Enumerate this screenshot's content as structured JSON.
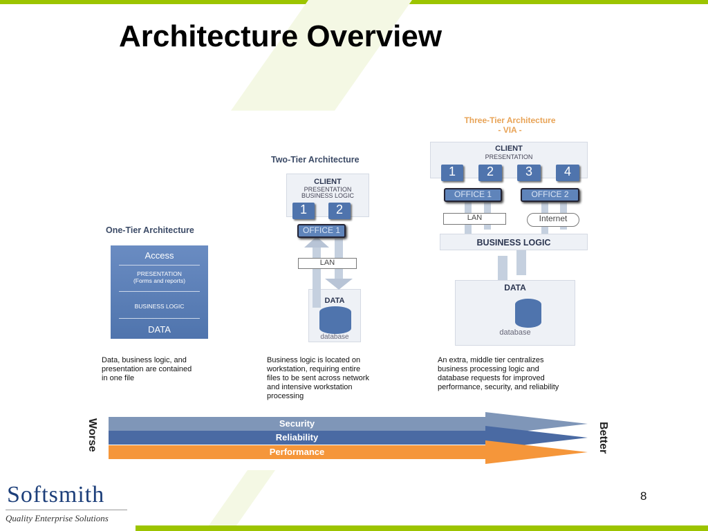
{
  "slide": {
    "title": "Architecture Overview",
    "page_number": "8"
  },
  "one_tier": {
    "label": "One-Tier Architecture",
    "layers": [
      "Access",
      "PRESENTATION",
      "(Forms and reports)",
      "BUSINESS LOGIC",
      "DATA"
    ],
    "caption": "Data, business logic, and\npresentation are contained\nin one file"
  },
  "two_tier": {
    "label": "Two-Tier Architecture",
    "client": "CLIENT",
    "client_sub1": "PRESENTATION",
    "client_sub2": "BUSINESS LOGIC",
    "clients": [
      "1",
      "2"
    ],
    "office": "OFFICE 1",
    "lan": "LAN",
    "data": "DATA",
    "database": "database",
    "caption": "Business logic is located on\nworkstation, requiring entire\nfiles to be sent across network\nand intensive workstation\nprocessing"
  },
  "three_tier": {
    "label": "Three-Tier Architecture",
    "label_sub": "- VIA -",
    "client": "CLIENT",
    "client_sub": "PRESENTATION",
    "clients": [
      "1",
      "2",
      "3",
      "4"
    ],
    "office1": "OFFICE 1",
    "office2": "OFFICE 2",
    "lan": "LAN",
    "internet": "Internet",
    "business_logic": "BUSINESS LOGIC",
    "data": "DATA",
    "database": "database",
    "caption": "An extra, middle tier centralizes\nbusiness processing logic and\ndatabase requests for improved\nperformance, security, and reliability"
  },
  "scale": {
    "worse": "Worse",
    "better": "Better",
    "bands": [
      "Security",
      "Reliability",
      "Performance"
    ],
    "colors": [
      "#7f96b8",
      "#4a6aa3",
      "#f5963a"
    ]
  },
  "logo": {
    "name": "Softsmith",
    "tagline": "Quality Enterprise Solutions"
  }
}
